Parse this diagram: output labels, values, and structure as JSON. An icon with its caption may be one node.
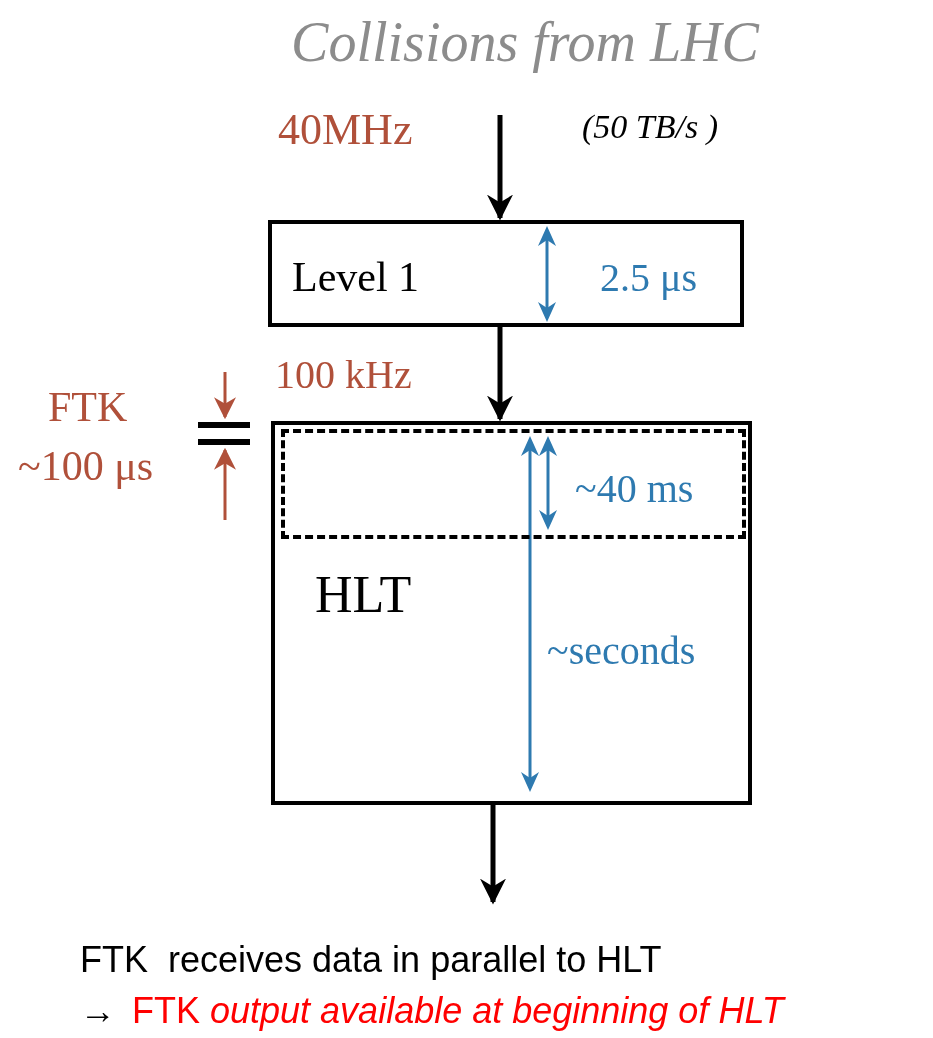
{
  "diagram": {
    "nodes": [
      {
        "text": [
          "Collisions from LHC"
        ]
      },
      {
        "text": [
          "Level 1",
          "2.5 μs"
        ]
      },
      {
        "text": [
          "HLT",
          "~seconds"
        ]
      },
      {
        "text": [
          "~40 ms"
        ],
        "in": 2
      }
    ],
    "edges": [
      {
        "from": 0,
        "to": 1,
        "arrow": "to"
      },
      {
        "from": 1,
        "to": 2,
        "arrow": "to"
      },
      {
        "from": 2,
        "to": null,
        "arrow": "to"
      }
    ],
    "labels": [
      "40MHz",
      "(50 TB/s )",
      "100 kHz",
      "FTK",
      "~100 μs",
      "FTK  receives data in parallel to HLT",
      "→",
      "FTK *output available at beginning of HLT*"
    ]
  }
}
